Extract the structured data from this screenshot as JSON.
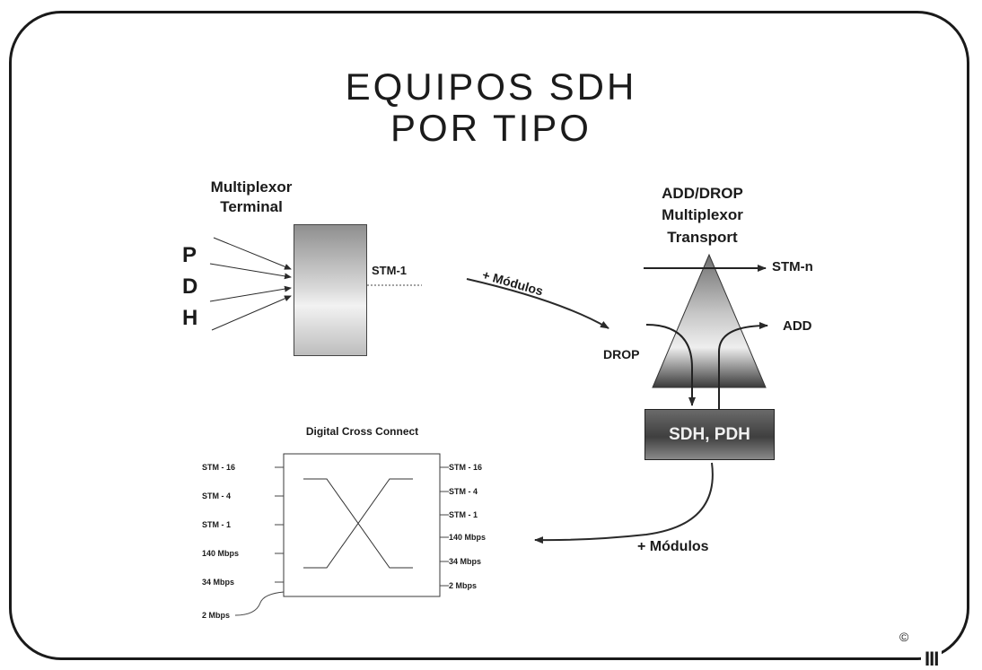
{
  "title": {
    "line1": "EQUIPOS SDH",
    "line2": "POR TIPO"
  },
  "terminal_mux": {
    "label_line1": "Multiplexor",
    "label_line2": "Terminal",
    "pdh_letters": [
      "P",
      "D",
      "H"
    ],
    "output_label": "STM-1"
  },
  "arrow_modules_top": "+ Módulos",
  "add_drop_mux": {
    "label_line1": "ADD/DROP",
    "label_line2": "Multiplexor",
    "label_line3": "Transport",
    "stm_n_label": "STM-n",
    "add_label": "ADD",
    "drop_label": "DROP",
    "base_label": "SDH, PDH"
  },
  "arrow_modules_bottom": "+ Módulos",
  "cross_connect": {
    "title": "Digital Cross Connect",
    "left_ports": [
      "STM - 16",
      "STM - 4",
      "STM - 1",
      "140 Mbps",
      "34 Mbps",
      "2 Mbps"
    ],
    "right_ports": [
      "STM - 16",
      "STM - 4",
      "STM - 1",
      "140 Mbps",
      "34 Mbps",
      "2 Mbps"
    ]
  },
  "copyright": "©",
  "logo_mark": "III"
}
